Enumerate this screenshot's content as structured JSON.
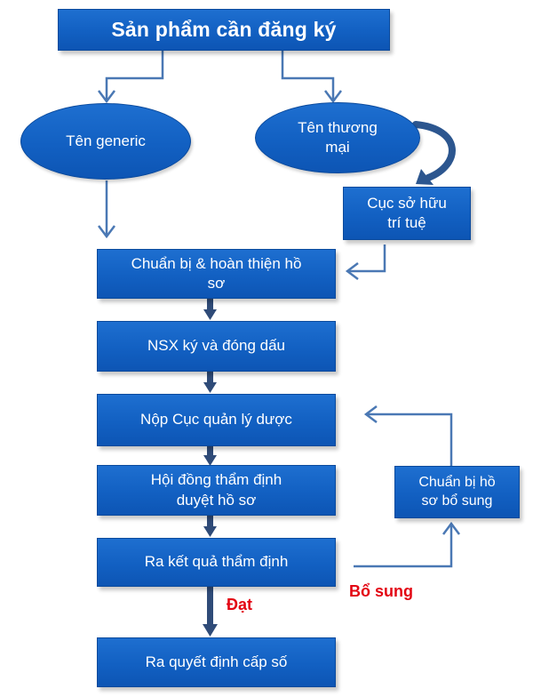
{
  "nodes": {
    "product": "Sản phẩm cần đăng ký",
    "generic_name": "Tên generic",
    "trade_name": "Tên thương\nmại",
    "ip_office": "Cục sở hữu\ntrí tuệ",
    "prepare_dossier": "Chuẩn bị & hoàn thiện hồ\nsơ",
    "manufacturer_sign": "NSX ký và đóng dấu",
    "submit_agency": "Nộp Cục quản lý dược",
    "review_council": "Hội đồng thẩm định\nduyệt hồ sơ",
    "review_result": "Ra kết quả thẩm định",
    "supplement_dossier": "Chuẩn bị hồ\nsơ bổ sung",
    "issue_decision": "Ra quyết định cấp số"
  },
  "labels": {
    "pass": "Đạt",
    "supplement": "Bổ sung"
  },
  "colors": {
    "box_fill": "#1565c8",
    "connector": "#4a78b4",
    "thick_arrow": "#2f4b78",
    "label_red": "#e30613"
  }
}
